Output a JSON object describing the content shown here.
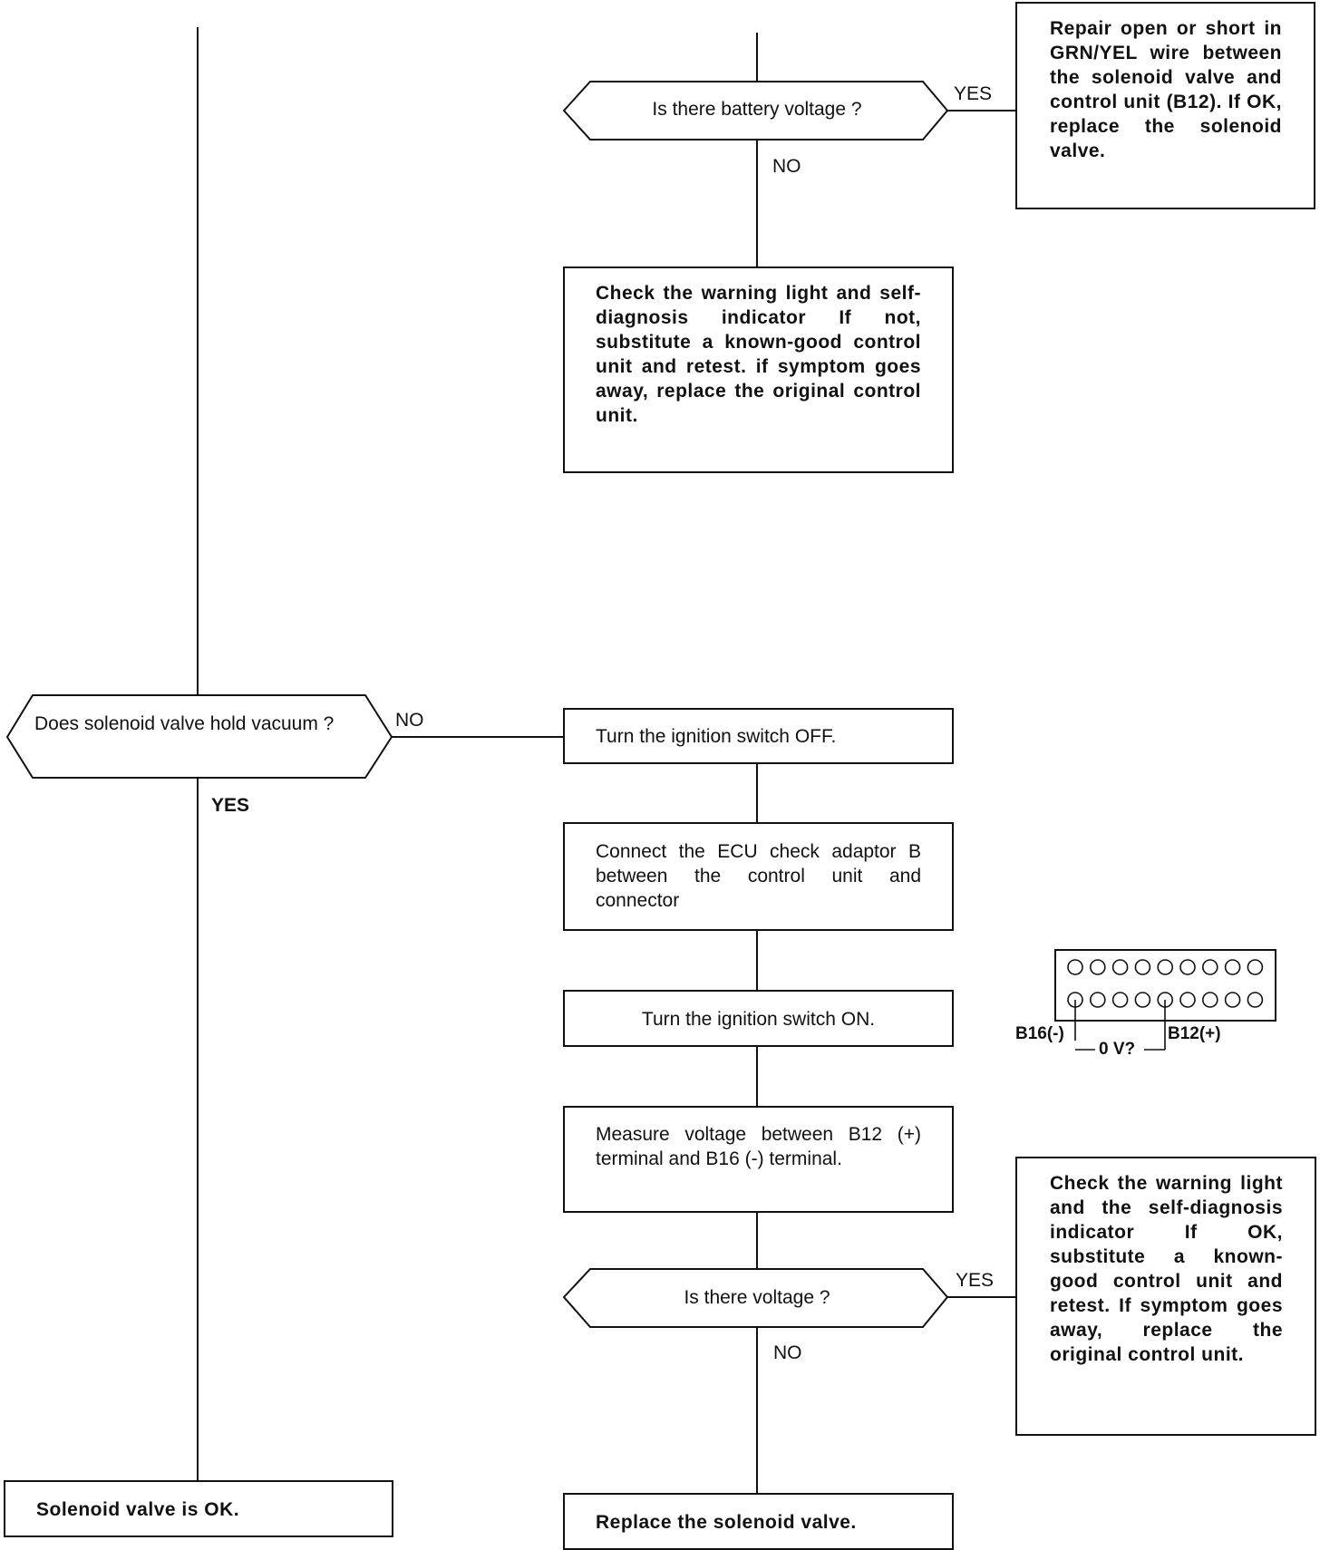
{
  "flowchart": {
    "q_battery_voltage": "Is there battery voltage ?",
    "q_battery_yes": "YES",
    "q_battery_no": "NO",
    "box_repair_open_short": "Repair open or short in GRN/YEL wire between the solenoid valve and control unit (B12). If OK, replace the solenoid valve.",
    "box_check_warning_light_1": "Check the warning light and self-diagnosis indicator If not, substitute a known-good control unit and retest. if symptom goes away, replace the original control unit.",
    "q_hold_vacuum": "Does solenoid valve hold vacuum ?",
    "q_vacuum_no": "NO",
    "q_vacuum_yes": "YES",
    "box_ignition_off": "Turn the ignition switch OFF.",
    "box_connect_adaptor": "Connect the ECU check adaptor B between the control unit and connector",
    "box_ignition_on": "Turn the ignition switch ON.",
    "box_measure_voltage": "Measure voltage between B12 (+) terminal and B16 (-) terminal.",
    "q_voltage": "Is there voltage ?",
    "q_voltage_yes": "YES",
    "q_voltage_no": "NO",
    "box_check_warning_light_2": "Check the warning light and the self-diagnosis indicator If OK, substitute a known-good control unit and retest. If symptom goes away, replace the original control unit.",
    "box_solenoid_ok": "Solenoid valve is OK.",
    "box_replace_solenoid": "Replace the solenoid valve."
  },
  "connector": {
    "label_b16": "B16(-)",
    "label_b12": "B12(+)",
    "label_voltage": "0 V?",
    "pins_per_row": 9
  }
}
